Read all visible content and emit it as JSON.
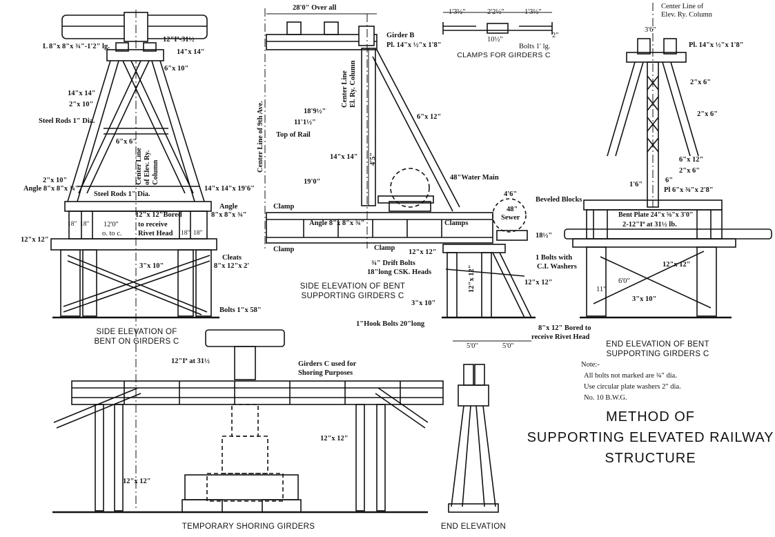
{
  "title": [
    "METHOD OF",
    "SUPPORTING ELEVATED RAILWAY",
    "STRUCTURE"
  ],
  "captions": {
    "side_elevation_bent": [
      "SIDE ELEVATION OF",
      "BENT ON GIRDERS C"
    ],
    "side_elevation_supporting": [
      "SIDE ELEVATION OF BENT",
      "SUPPORTING GIRDERS C"
    ],
    "end_elevation_bent": [
      "END ELEVATION OF BENT",
      "SUPPORTING GIRDERS C"
    ],
    "temporary_shoring": "TEMPORARY SHORING GIRDERS",
    "end_elevation": "END ELEVATION",
    "clamps": "CLAMPS FOR GIRDERS C"
  },
  "note": {
    "heading": "Note:-",
    "lines": [
      "All bolts not marked are ¾\" dia.",
      "Use circular plate washers 2\" dia.",
      "No. 10 B.W.G."
    ]
  },
  "labels": {
    "l8x8": "L 8\"x 8\"x ¾\"-1'2\" lg.",
    "i12": "12\"Iª-31½",
    "t14x14a": "14\"x 14\"",
    "t6x10": "6\"x 10\"",
    "t14x14b": "14\"x 14\"",
    "t2x10a": "2\"x 10\"",
    "steelrods1": "Steel Rods 1\" Dia.",
    "t6x6": "6\"x 6\"",
    "t2x10b": "2\"x 10\"",
    "angle8": "Angle 8\"x 8\"x ¾\"",
    "steelrods2": "Steel Rods   1\" Dia.",
    "t14x14x19": "14\"x 14\"x 19'6\"",
    "angleB": "Angle",
    "angleB2": "8\"x 8\"x ¾\"",
    "d18a": "18\"",
    "d18b": "18\"",
    "d120": "12'0\"",
    "octoc": "o. to c.",
    "bored": "12\"x 12\"Bored",
    "receive": "to receive",
    "rivethead": "Rivet Head",
    "d18c": "18\"",
    "d18d": "18\"",
    "t12x12a": "12\"x 12\"",
    "t3x10a": "3\"x 10\"",
    "cleats": "Cleats",
    "cleats2": "8\"x 12\"x 2'",
    "bolts1": "Bolts 1\"x 58\"",
    "overall": "28'0\" Over all",
    "girderb": "Girder B",
    "pl14": "Pl. 14\"x ½\"x 1'8\"",
    "d189": "18'9½\"",
    "d1115": "11'1½\"",
    "topofrail": "Top of Rail",
    "t6x12a": "6\"x 12\"",
    "t14x14c": "14\"x 14\"",
    "d45": "4'5\"",
    "watermain": "48\"Water Main",
    "d190": "19'0\"",
    "clampA": "Clamp",
    "anglec": "Angle 8\"x 8\"x ¾\"",
    "clampsb": "Clamps",
    "clampB": "Clamp",
    "clampC": "Clamp",
    "t12x12b": "12\"x 12\"",
    "d46": "4'6\"",
    "sewer": "48\"",
    "sewer2": "Sewer",
    "d185": "18½\"",
    "driftbolts": "¾\" Drift Bolts",
    "driftbolts2": "18\"long CSK. Heads",
    "bolts1cw": "1 Bolts with",
    "bolts1cw2": "C.I. Washers",
    "t12x12c": "12\"x 12\"",
    "t12x12v": "12\"x 12\"",
    "t3x10b": "3\"x 10\"",
    "hookbolts": "1\"Hook Bolts 20\"long",
    "bored2": "8\"x 12\" Bored to",
    "bored3": "receive Rivet Head",
    "d50a": "5'0\"",
    "d50b": "5'0\"",
    "cl9": "Center Line of 9th Ave.",
    "clelev": "Center Line",
    "clelev2": "El. Ry. Column",
    "clelev3": "Center Line",
    "clelev4": "of Elev. Ry.",
    "clelev5": "Column",
    "clamp_d1": "1'3½\"",
    "clamp_d2": "2'2½\"",
    "clamp_d3": "1'3½\"",
    "clamp_d4": "10½\"",
    "clamp_bolts": "Bolts 1' lg.",
    "clamp_d5": "2\"",
    "ctrcol": "Center Line of",
    "ctrcol2": "Elev. Ry. Column",
    "d36": "3'6\"",
    "pl14b": "Pl. 14\"x ½\"x 1'8\"",
    "t2x6a": "2\"x 6\"",
    "t2x6b": "2\"x 6\"",
    "t6x12b": "6\"x 12\"",
    "t2x6c": "2\"x 6\"",
    "d16": "1'6\"",
    "d6": "6\"",
    "pl6": "Pl 6\"x ⅜\"x 2'8\"",
    "beveled": "Beveled Blocks",
    "bentplate": "Bent Plate 24\"x ⅝\"x 3'0\"",
    "i2_12": "2-12\"Iª at 31½ lb.",
    "t12x12d": "12\"x 12\"",
    "d60": "6'0\"",
    "d11": "11\"",
    "t3x10c": "3\"x 10\"",
    "i12b": "12\"Iª at 31½",
    "girdersc": "Girders C used for",
    "girdersc2": "Shoring Purposes",
    "t12x12e": "12\"x 12\"",
    "t12x12f": "12\"x 12\""
  }
}
